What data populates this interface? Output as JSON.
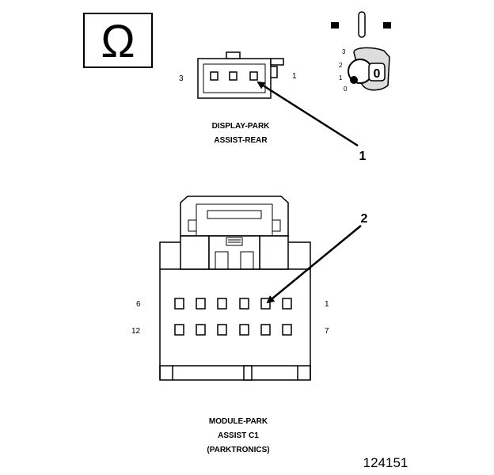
{
  "symbol": {
    "icon": "ohm-symbol-icon",
    "glyph": "Ω"
  },
  "key_icon": {
    "icon": "ignition-key-icon",
    "positions": [
      "3",
      "2",
      "1",
      "0"
    ]
  },
  "connector_top": {
    "name": [
      "DISPLAY-PARK",
      "ASSIST-REAR"
    ],
    "pin_left": "3",
    "pin_right": "1",
    "callout": "1"
  },
  "connector_bottom": {
    "name": [
      "MODULE-PARK",
      "ASSIST C1",
      "(PARKTRONICS)"
    ],
    "row1_left": "6",
    "row1_right": "1",
    "row2_left": "12",
    "row2_right": "7",
    "callout": "2"
  },
  "figure_number": "124151"
}
